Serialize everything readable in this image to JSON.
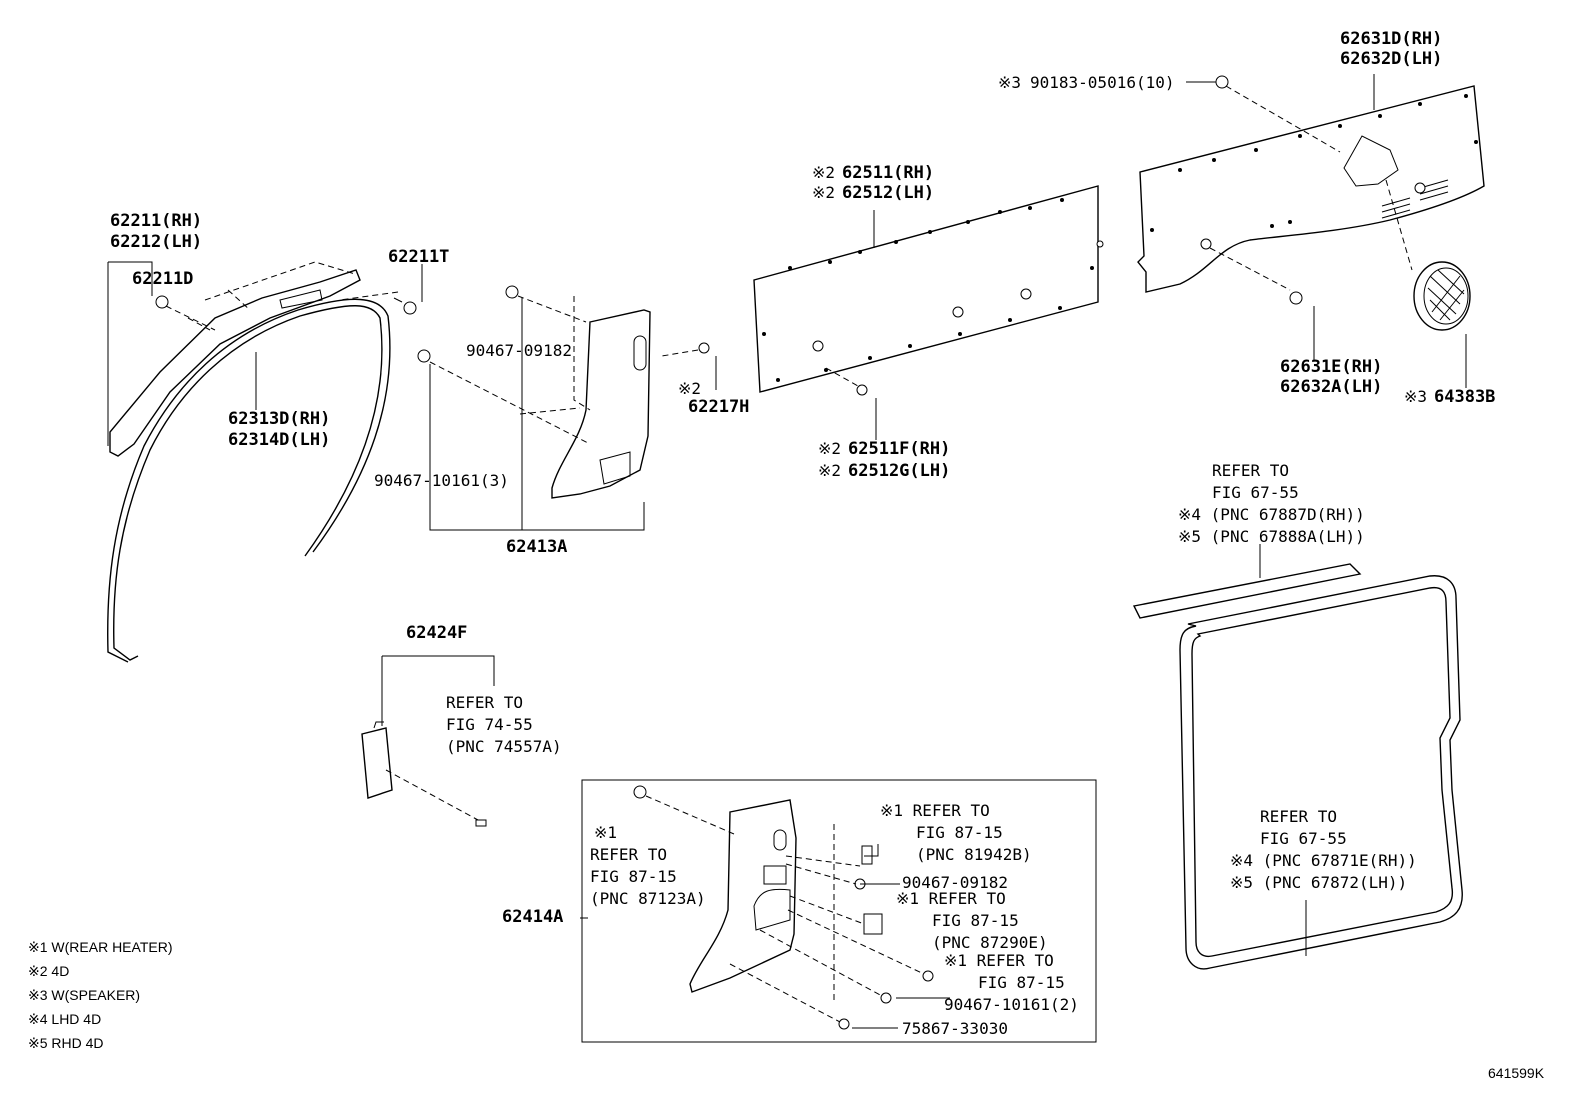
{
  "diagram_id": "641599K",
  "labels": {
    "p62211": "62211(RH)",
    "p62212": "62212(LH)",
    "p62211D": "62211D",
    "p62211T": "62211T",
    "p62313D": "62313D(RH)",
    "p62314D": "62314D(LH)",
    "p90467_09182_a": "90467-09182",
    "p90467_10161_3": "90467-10161(3)",
    "p62413A": "62413A",
    "p62217H_mark": "※2",
    "p62217H": "62217H",
    "p62511_mark": "※2",
    "p62511": "62511(RH)",
    "p62512_mark": "※2",
    "p62512": "62512(LH)",
    "p62511F_mark": "※2",
    "p62511F": "62511F(RH)",
    "p62512G_mark": "※2",
    "p62512G": "62512G(LH)",
    "p90183_mark": "※3",
    "p90183": "90183-05016(10)",
    "p62631D": "62631D(RH)",
    "p62632D": "62632D(LH)",
    "p62631E": "62631E(RH)",
    "p62632A": "62632A(LH)",
    "p64383B_mark": "※3",
    "p64383B": "64383B",
    "p62424F": "62424F",
    "p62414A": "62414A",
    "p90467_09182_b": "90467-09182",
    "p90467_10161_2": "90467-10161(2)",
    "p75867": "75867-33030"
  },
  "refs": {
    "fig74_55": [
      "REFER TO",
      "FIG 74-55",
      "(PNC 74557A)"
    ],
    "fig67_55_top": [
      "REFER TO",
      "FIG 67-55",
      "※4 (PNC 67887D(RH))",
      "※5 (PNC 67888A(LH))"
    ],
    "fig67_55_bottom": [
      "REFER TO",
      "FIG 67-55",
      "※4 (PNC 67871E(RH))",
      "※5 (PNC 67872(LH))"
    ],
    "fig87_15_a": [
      "※1",
      "REFER TO",
      "FIG 87-15",
      "(PNC 87123A)"
    ],
    "fig87_15_b": [
      "※1 REFER TO",
      "FIG 87-15",
      "(PNC 81942B)"
    ],
    "fig87_15_c": [
      "※1 REFER TO",
      "FIG 87-15",
      "(PNC 87290E)"
    ],
    "fig87_15_d": [
      "※1 REFER TO",
      "FIG 87-15"
    ]
  },
  "legend": [
    "※1 W(REAR HEATER)",
    "※2 4D",
    "※3 W(SPEAKER)",
    "※4 LHD 4D",
    "※5 RHD 4D"
  ]
}
